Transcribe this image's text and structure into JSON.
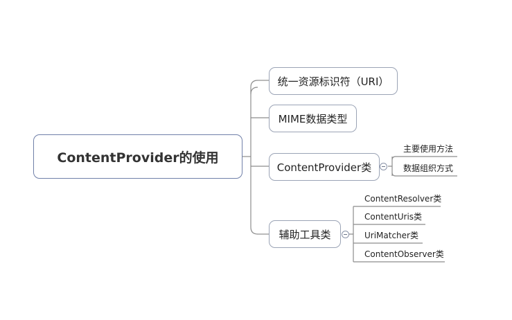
{
  "root": {
    "label": "ContentProvider的使用"
  },
  "branches": [
    {
      "label": "统一资源标识符（URI）"
    },
    {
      "label": "MIME数据类型"
    },
    {
      "label": "ContentProvider类",
      "children": [
        "主要使用方法",
        "数据组织方式"
      ]
    },
    {
      "label": "辅助工具类",
      "children": [
        "ContentResolver类",
        "ContentUris类",
        "UriMatcher类",
        "ContentObserver类"
      ]
    }
  ],
  "colors": {
    "line": "#8c8c8c",
    "node_border": "#9aa3b5",
    "root_border": "#6f7fa8"
  }
}
